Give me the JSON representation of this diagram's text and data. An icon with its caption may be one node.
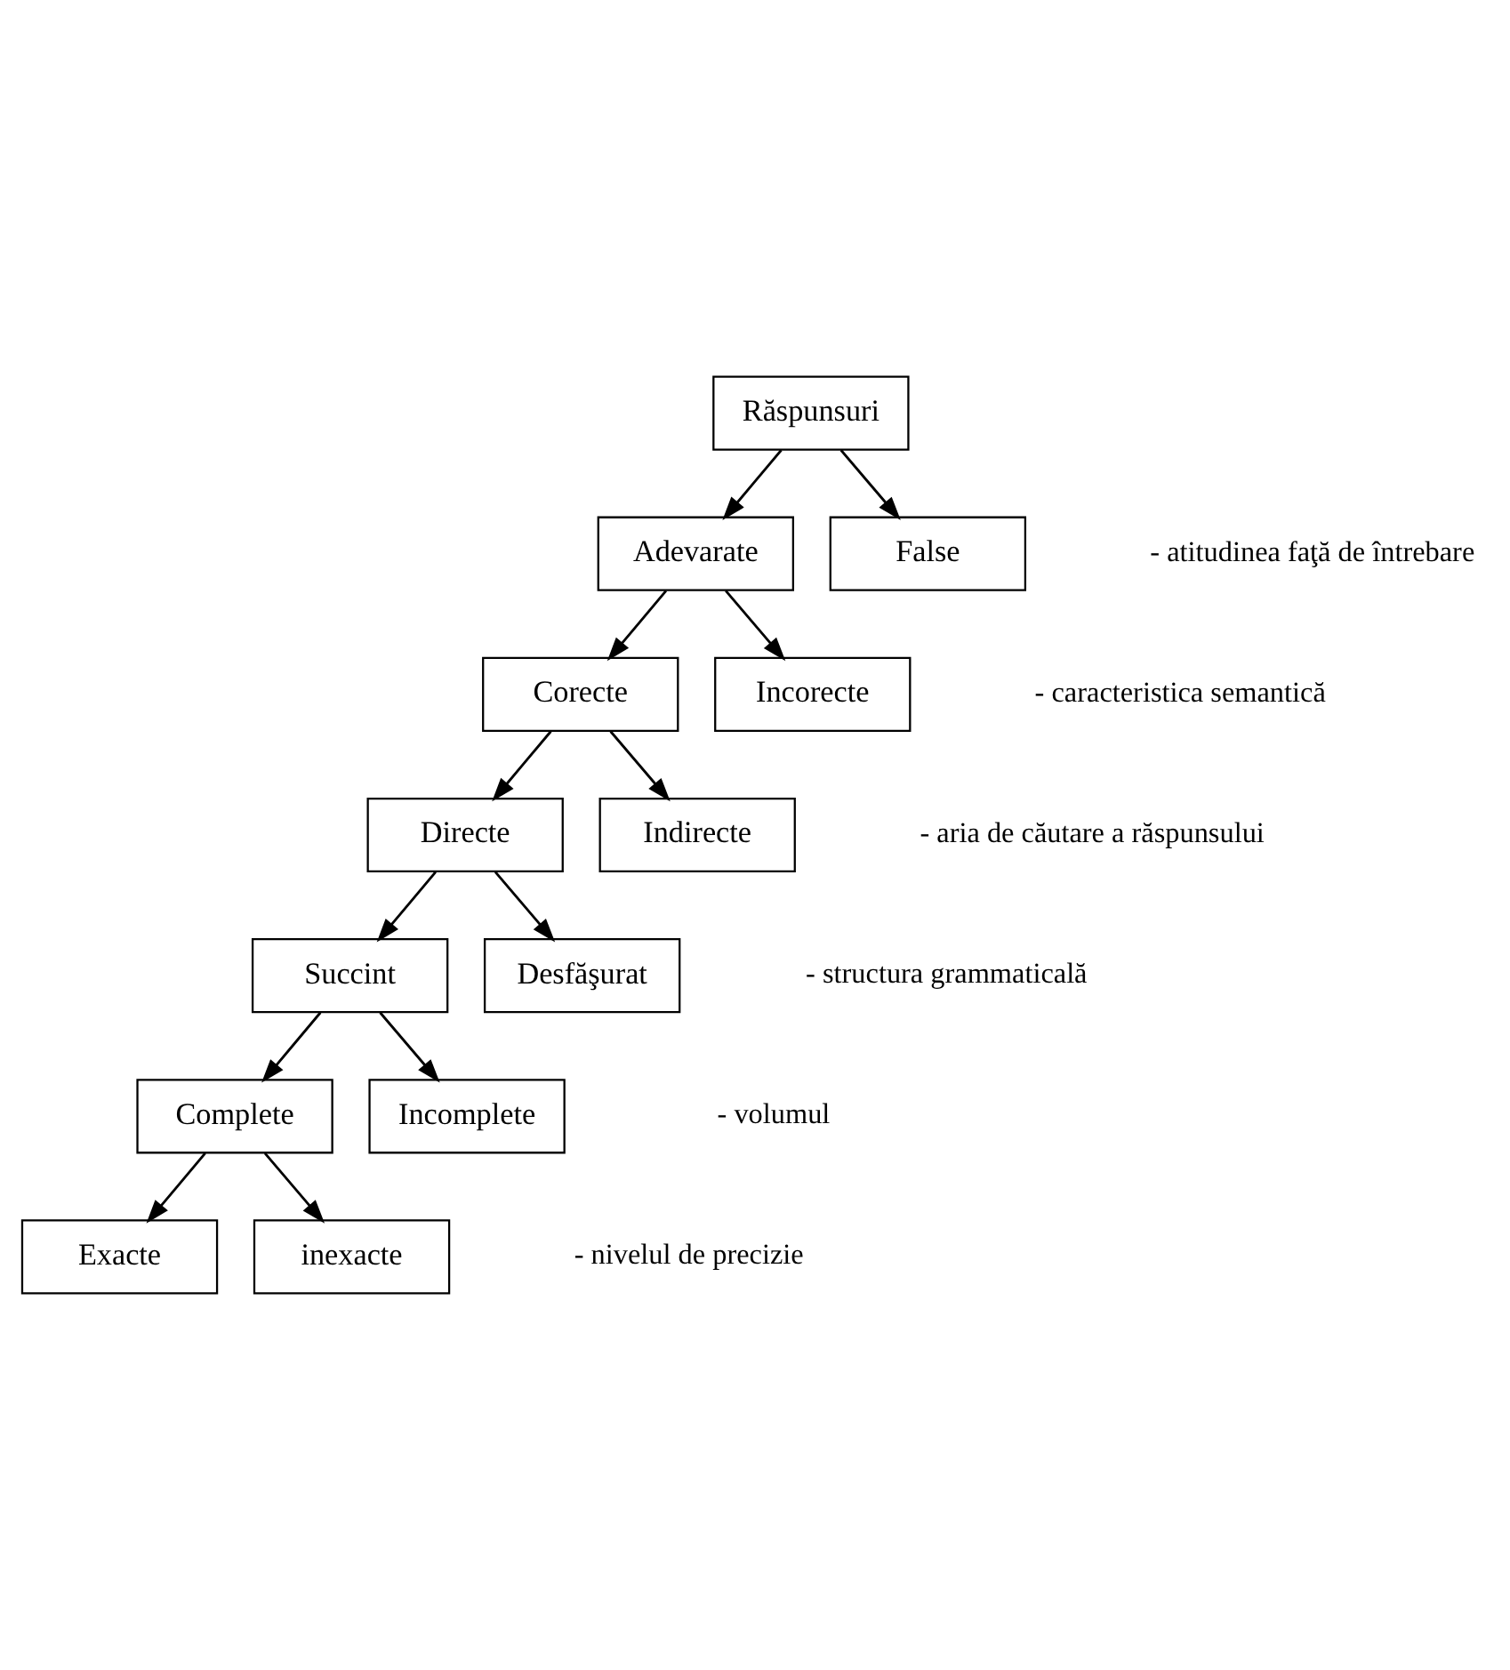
{
  "diagram": {
    "nodes": [
      {
        "text": [
          "Răspunsuri"
        ]
      },
      {
        "text": [
          "Adevarate"
        ]
      },
      {
        "text": [
          "False"
        ]
      },
      {
        "text": [
          "Corecte"
        ]
      },
      {
        "text": [
          "Incorecte"
        ]
      },
      {
        "text": [
          "Directe"
        ]
      },
      {
        "text": [
          "Indirecte"
        ]
      },
      {
        "text": [
          "Succint"
        ]
      },
      {
        "text": [
          "Desfăşurat"
        ]
      },
      {
        "text": [
          "Complete"
        ]
      },
      {
        "text": [
          "Incomplete"
        ]
      },
      {
        "text": [
          "Exacte"
        ]
      },
      {
        "text": [
          "inexacte"
        ]
      }
    ],
    "edges": [
      {
        "from": 0,
        "to": 1,
        "arrow": "to"
      },
      {
        "from": 0,
        "to": 2,
        "arrow": "to"
      },
      {
        "from": 1,
        "to": 3,
        "arrow": "to"
      },
      {
        "from": 1,
        "to": 4,
        "arrow": "to"
      },
      {
        "from": 3,
        "to": 5,
        "arrow": "to"
      },
      {
        "from": 3,
        "to": 6,
        "arrow": "to"
      },
      {
        "from": 5,
        "to": 7,
        "arrow": "to"
      },
      {
        "from": 5,
        "to": 8,
        "arrow": "to"
      },
      {
        "from": 7,
        "to": 9,
        "arrow": "to"
      },
      {
        "from": 7,
        "to": 10,
        "arrow": "to"
      },
      {
        "from": 9,
        "to": 11,
        "arrow": "to"
      },
      {
        "from": 9,
        "to": 12,
        "arrow": "to"
      }
    ],
    "labels": [
      "- atitudinea faţă de întrebare",
      "- caracteristica semantică",
      "- aria de căutare a răspunsului",
      "- structura grammaticală",
      "- volumul",
      "- nivelul de precizie"
    ]
  }
}
